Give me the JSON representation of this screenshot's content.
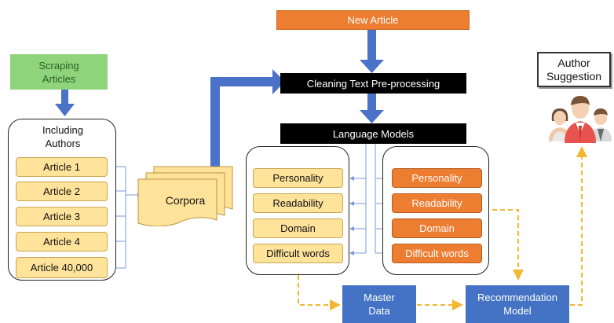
{
  "scraping": {
    "label": "Scraping Articles"
  },
  "including_authors": {
    "label": "Including Authors"
  },
  "articles": [
    "Article 1",
    "Article 2",
    "Article 3",
    "Article 4",
    "Article 40,000"
  ],
  "corpora": {
    "label": "Corpora"
  },
  "new_article": {
    "label": "New Article"
  },
  "cleaning": {
    "label": "Cleaning Text Pre-processing"
  },
  "language_models": {
    "label": "Language Models"
  },
  "features_left": [
    "Personality",
    "Readability",
    "Domain",
    "Difficult words"
  ],
  "features_right": [
    "Personality",
    "Readability",
    "Domain",
    "Difficult words"
  ],
  "master_data": {
    "label": "Master Data"
  },
  "recommendation": {
    "label": "Recommendation Model"
  },
  "author_suggestion": {
    "label": "Author Suggestion"
  },
  "colors": {
    "green": "#8ed47a",
    "orange": "#ed7d31",
    "yellow": "#ffe39a",
    "blue": "#4472c4",
    "arrow_blue": "#4a72c8",
    "dashed": "#f4b731"
  }
}
